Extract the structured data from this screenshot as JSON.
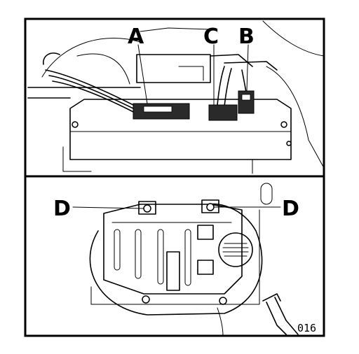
{
  "labels": {
    "a": "A",
    "b": "B",
    "c": "C",
    "d_left": "D",
    "d_right": "D"
  },
  "figure_number": "016",
  "colors": {
    "ink": "#000000",
    "paper": "#ffffff"
  }
}
